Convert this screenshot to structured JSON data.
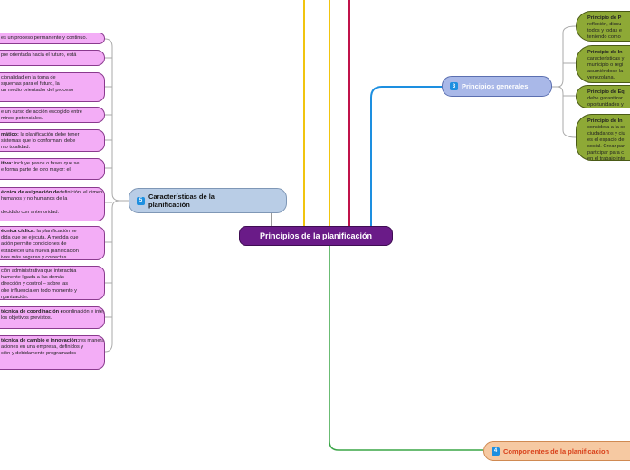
{
  "center": {
    "title": "Principios de la planificación"
  },
  "topics": {
    "caracteristicas": {
      "badge": "5",
      "label": "Características de la planificación"
    },
    "generales": {
      "badge": "3",
      "label": "Principios generales"
    },
    "componentes": {
      "badge": "4",
      "label": "Componentes de la planificacion"
    }
  },
  "caracteristicas_items": [
    {
      "bold": "",
      "lines": [
        "es un proceso permanente y continuo."
      ]
    },
    {
      "bold": "",
      "lines": [
        "pre orientada hacia el futuro, está"
      ]
    },
    {
      "bold": "",
      "lines": [
        "cionalidad en la toma de",
        "squemas para el futuro, la",
        "un medio orientador del proceso"
      ]
    },
    {
      "bold": "",
      "lines": [
        "e un curso de acción escogido entre",
        "minos potenciales."
      ]
    },
    {
      "bold": "mático:",
      "lines": [
        " la planificación debe tener",
        "sistemas que lo conforman; debe",
        "mo totalidad."
      ]
    },
    {
      "bold": "itiva:",
      "lines": [
        " incluye pasos o fases que se",
        "e forma parte de otro mayor: el"
      ]
    },
    {
      "bold": "écnica de asignación de",
      "lines": [
        "definición, el dimensionamiento y la",
        "humanos y no humanos de la",
        "",
        "decidido con anterioridad."
      ]
    },
    {
      "bold": "écnica cíclica:",
      "lines": [
        " la planificación se",
        "dida que se ejecuta. A medida que",
        "ación permite condiciones de",
        "establecer una nueva planificación",
        "ivas más seguras y correctas"
      ]
    },
    {
      "bold": "",
      "lines": [
        "ción administrativa que interactúa",
        "hamente ligada a las demás",
        "dirección y control – sobre las",
        "obe influencia en todo momento y",
        "rganización."
      ]
    },
    {
      "bold": "técnica de coordinación e",
      "lines": [
        "oordinación e integración de varias",
        "los objetivos previstos."
      ]
    },
    {
      "bold": "técnica de cambio e innovación:",
      "lines": [
        "res maneras deliberadas de",
        "aciones en una empresa, definidos y",
        "ción y debidamente programados"
      ]
    }
  ],
  "principios_items": [
    {
      "title": "Principio de P",
      "lines": [
        "reflexión, discu",
        "todos y todas e",
        "teniendo como"
      ]
    },
    {
      "title": "Principio de In",
      "lines": [
        "características y",
        "municipio o regi",
        "asumiéndose la",
        "venezolana."
      ]
    },
    {
      "title": "Principio de Eq",
      "lines": [
        "debe garantizar",
        "oportunidades y"
      ]
    },
    {
      "title": "Principio de In",
      "lines": [
        "considera a la so",
        "ciudadanos y ciu",
        "es el espacio de",
        "social. Crear par",
        "participar para c",
        "en el trabajo inte"
      ]
    }
  ],
  "colors": {
    "center": "#6a1b88",
    "leaf": "#f3adf6",
    "green_node": "#8ea936",
    "line_green": "#3aa547",
    "line_blue": "#1d8fe0",
    "line_yellow": "#f1c40f",
    "line_red": "#c0134a"
  }
}
